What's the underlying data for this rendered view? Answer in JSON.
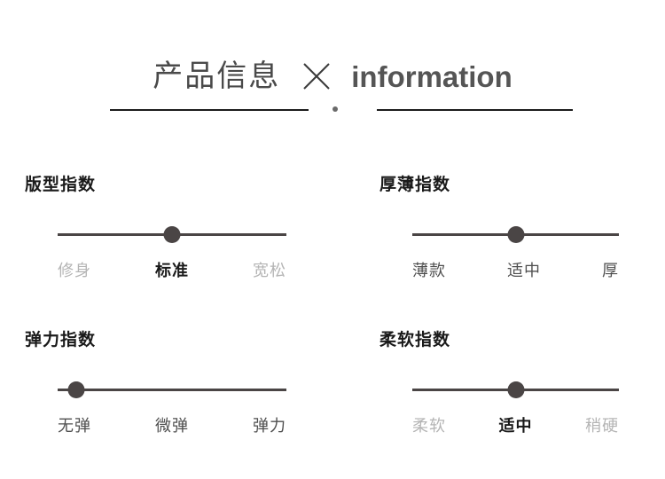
{
  "header": {
    "title_cn": "产品信息",
    "separator_icon": "x-cross-icon",
    "title_en": "information"
  },
  "indices": [
    {
      "name": "fit-index",
      "title": "版型指数",
      "knob_percent": 50,
      "ticks": [
        {
          "label": "修身",
          "state": "muted"
        },
        {
          "label": "标准",
          "state": "active"
        },
        {
          "label": "宽松",
          "state": "muted"
        }
      ]
    },
    {
      "name": "thickness-index",
      "title": "厚薄指数",
      "knob_percent": 50,
      "ticks": [
        {
          "label": "薄款",
          "state": "plain"
        },
        {
          "label": "适中",
          "state": "plain"
        },
        {
          "label": "厚",
          "state": "plain"
        }
      ]
    },
    {
      "name": "elasticity-index",
      "title": "弹力指数",
      "knob_percent": 8,
      "ticks": [
        {
          "label": "无弹",
          "state": "plain"
        },
        {
          "label": "微弹",
          "state": "plain"
        },
        {
          "label": "弹力",
          "state": "plain"
        }
      ]
    },
    {
      "name": "softness-index",
      "title": "柔软指数",
      "knob_percent": 50,
      "ticks": [
        {
          "label": "柔软",
          "state": "muted"
        },
        {
          "label": "适中",
          "state": "active"
        },
        {
          "label": "稍硬",
          "state": "muted"
        }
      ]
    }
  ],
  "colors": {
    "background": "#ffffff",
    "rule": "#1c1c1c",
    "track": "#4a4545",
    "title_cn": "#4a4a4a",
    "title_en": "#555555",
    "section_title": "#1a1a1a",
    "tick_muted": "#b4b4b4",
    "tick_plain": "#4f4f4f",
    "tick_active": "#1a1a1a"
  }
}
